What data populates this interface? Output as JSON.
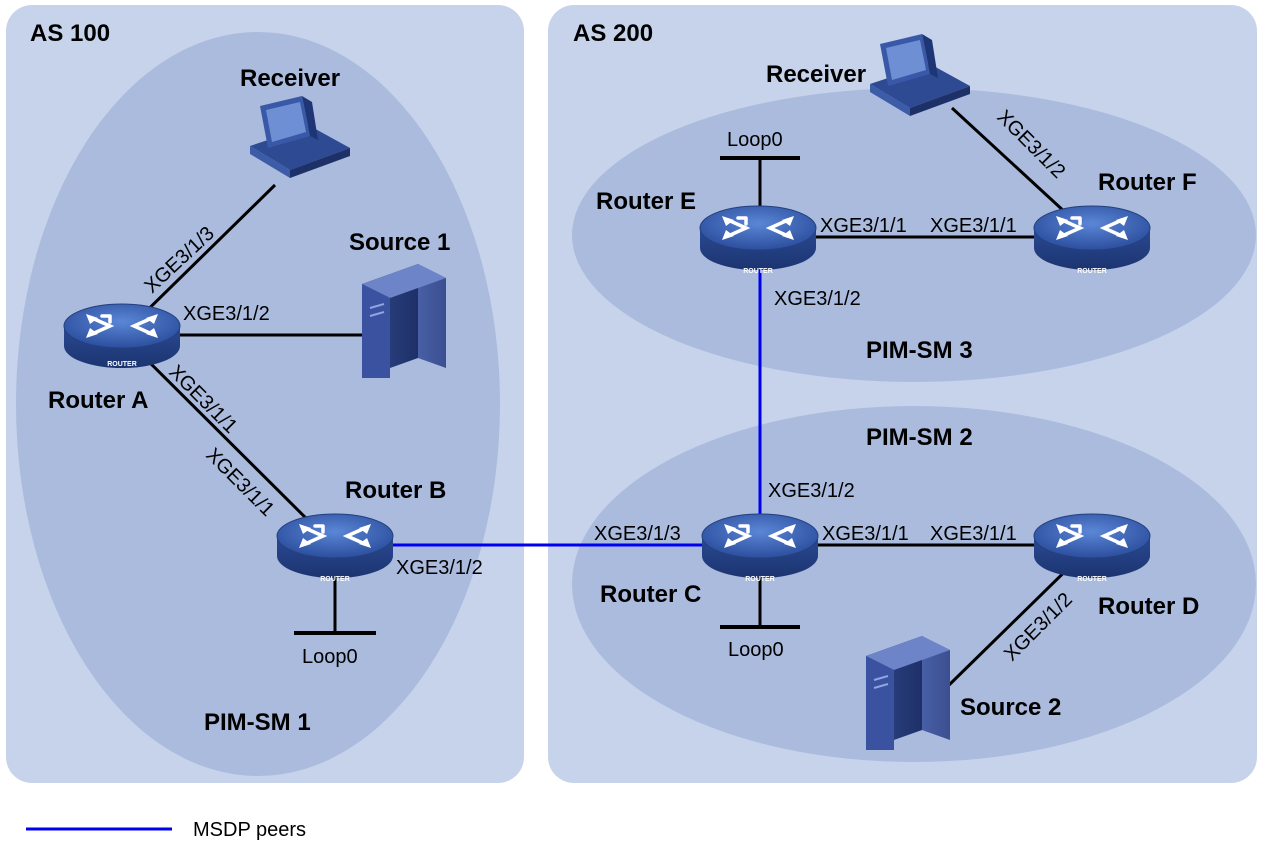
{
  "domains": {
    "as100": "AS 100",
    "as200": "AS 200",
    "pim1": "PIM-SM 1",
    "pim2": "PIM-SM 2",
    "pim3": "PIM-SM 3"
  },
  "devices": {
    "router_a": "Router A",
    "router_b": "Router B",
    "router_c": "Router C",
    "router_d": "Router D",
    "router_e": "Router E",
    "router_f": "Router F",
    "receiver_1": "Receiver",
    "receiver_2": "Receiver",
    "source_1": "Source 1",
    "source_2": "Source 2",
    "loop_b": "Loop0",
    "loop_c": "Loop0",
    "loop_e": "Loop0",
    "router_badge": "ROUTER"
  },
  "ports": {
    "a_receiver": "XGE3/1/3",
    "a_source": "XGE3/1/2",
    "a_b": "XGE3/1/1",
    "b_a": "XGE3/1/1",
    "b_c": "XGE3/1/2",
    "c_b": "XGE3/1/3",
    "c_e": "XGE3/1/2",
    "e_c": "XGE3/1/2",
    "c_d": "XGE3/1/1",
    "d_c": "XGE3/1/1",
    "e_f": "XGE3/1/1",
    "f_e": "XGE3/1/1",
    "f_receiver": "XGE3/1/2",
    "d_source": "XGE3/1/2"
  },
  "legend": {
    "msdp": "MSDP peers"
  },
  "colors": {
    "as_box": "#c6d3ea",
    "pim_ellipse": "#aabbdd",
    "msdp_link": "#0000ee",
    "link": "#000000",
    "router_body": "#3c5eae"
  }
}
